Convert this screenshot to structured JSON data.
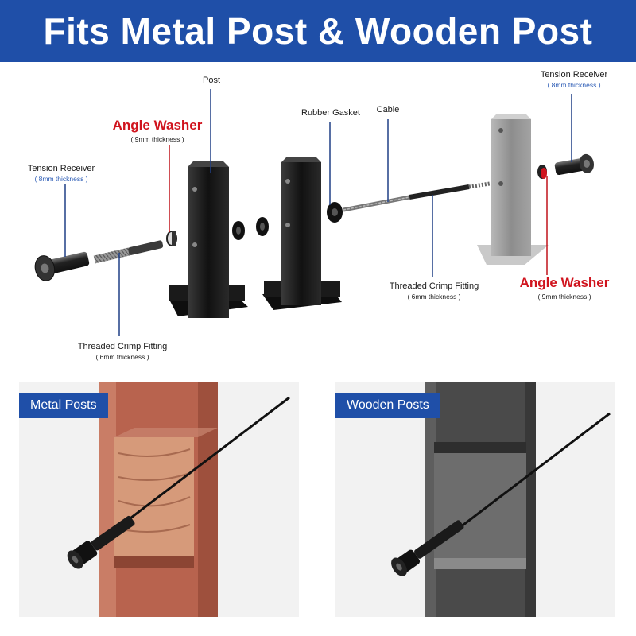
{
  "banner": {
    "title": "Fits Metal Post & Wooden Post"
  },
  "colors": {
    "brand_blue": "#1f4fa8",
    "label_red": "#d0141e",
    "label_blue": "#2b5bb5"
  },
  "diagram": {
    "post": "Post",
    "angle_washer_left": {
      "title": "Angle Washer",
      "note": "( 9mm thickness )"
    },
    "tension_receiver_left": {
      "title": "Tension Receiver",
      "note": "( 8mm thickness )"
    },
    "threaded_crimp_left": {
      "title": "Threaded Crimp Fitting",
      "note": "( 6mm thickness )"
    },
    "rubber_gasket": "Rubber Gasket",
    "cable": "Cable",
    "tension_receiver_right": {
      "title": "Tension Receiver",
      "note": "( 8mm thickness )"
    },
    "threaded_crimp_right": {
      "title": "Threaded Crimp Fitting",
      "note": "( 6mm thickness )"
    },
    "angle_washer_right": {
      "title": "Angle Washer",
      "note": "( 9mm thickness )"
    }
  },
  "panels": {
    "left": {
      "label": "Metal Posts"
    },
    "right": {
      "label": "Wooden Posts"
    }
  }
}
